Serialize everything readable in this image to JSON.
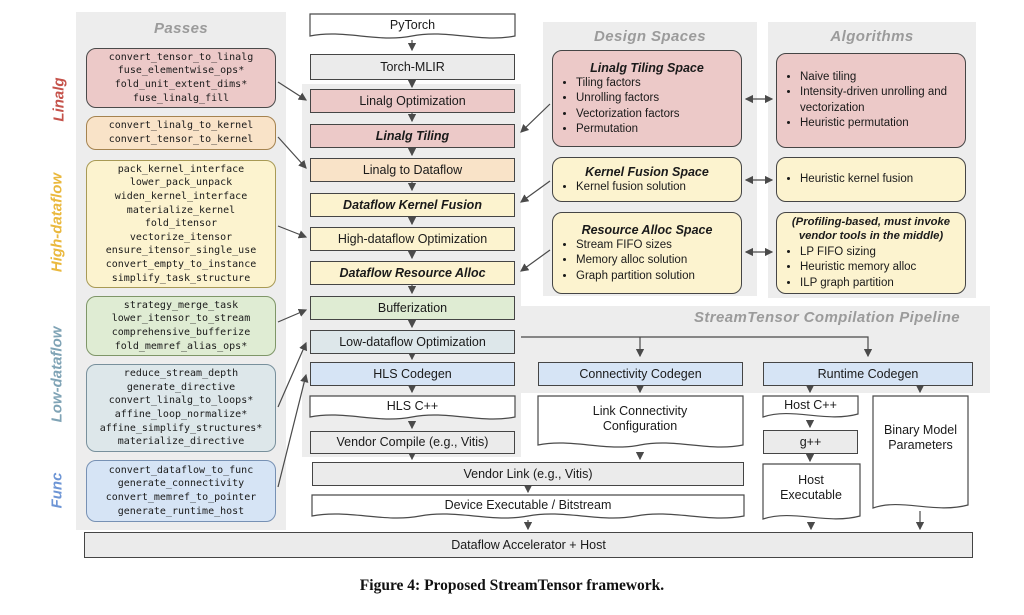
{
  "caption": "Figure 4: Proposed StreamTensor framework.",
  "panels": {
    "passes": {
      "title": "Passes"
    },
    "design_spaces": {
      "title": "Design Spaces"
    },
    "algorithms": {
      "title": "Algorithms"
    },
    "pipeline": {
      "title": "StreamTensor Compilation Pipeline"
    }
  },
  "side_labels": {
    "linalg": "Linalg",
    "high_dataflow": "High-dataflow",
    "low_dataflow": "Low-dataflow",
    "func": "Func"
  },
  "pass_boxes": {
    "linalg_a": "convert_tensor_to_linalg\nfuse_elementwise_ops*\nfold_unit_extent_dims*\nfuse_linalg_fill",
    "linalg_b": "convert_linalg_to_kernel\nconvert_tensor_to_kernel",
    "high_dataflow": "pack_kernel_interface\nlower_pack_unpack\nwiden_kernel_interface\nmaterialize_kernel\nfold_itensor\nvectorize_itensor\nensure_itensor_single_use\nconvert_empty_to_instance\nsimplify_task_structure",
    "bufferize": "strategy_merge_task\nlower_itensor_to_stream\ncomprehensive_bufferize\nfold_memref_alias_ops*",
    "low_dataflow": "reduce_stream_depth\ngenerate_directive\nconvert_linalg_to_loops*\naffine_loop_normalize*\naffine_simplify_structures*\nmaterialize_directive",
    "func": "convert_dataflow_to_func\ngenerate_connectivity\nconvert_memref_to_pointer\ngenerate_runtime_host"
  },
  "nodes": {
    "pytorch": "PyTorch",
    "torch_mlir": "Torch-MLIR",
    "linalg_opt": "Linalg Optimization",
    "linalg_tiling": "Linalg Tiling",
    "linalg_to_dataflow": "Linalg to Dataflow",
    "dataflow_kernel_fusion": "Dataflow Kernel Fusion",
    "high_dataflow_opt": "High-dataflow Optimization",
    "dataflow_resource_alloc": "Dataflow Resource Alloc",
    "bufferization": "Bufferization",
    "low_dataflow_opt": "Low-dataflow Optimization",
    "hls_codegen": "HLS Codegen",
    "hls_cpp": "HLS C++",
    "vendor_compile": "Vendor Compile (e.g., Vitis)",
    "vendor_link": "Vendor Link (e.g., Vitis)",
    "device_exec": "Device Executable / Bitstream",
    "accelerator": "Dataflow Accelerator + Host",
    "connectivity_codegen": "Connectivity Codegen",
    "link_conn": "Link Connectivity Configuration",
    "runtime_codegen": "Runtime Codegen",
    "host_cpp": "Host C++",
    "gpp": "g++",
    "host_exec": "Host Executable",
    "binary_model": "Binary Model Parameters"
  },
  "design_spaces": {
    "tiling": {
      "title": "Linalg Tiling Space",
      "items": [
        "Tiling factors",
        "Unrolling factors",
        "Vectorization factors",
        "Permutation"
      ]
    },
    "fusion": {
      "title": "Kernel Fusion Space",
      "items": [
        "Kernel fusion solution"
      ]
    },
    "alloc": {
      "title": "Resource Alloc Space",
      "items": [
        "Stream FIFO sizes",
        "Memory alloc solution",
        "Graph partition solution"
      ]
    }
  },
  "algorithms": {
    "tiling": {
      "items": [
        "Naive tiling",
        "Intensity-driven unrolling and vectorization",
        "Heuristic permutation"
      ]
    },
    "fusion": {
      "items": [
        "Heuristic kernel fusion"
      ]
    },
    "alloc": {
      "title": "(Profiling-based, must invoke vendor tools in the middle)",
      "items": [
        "LP FIFO sizing",
        "Heuristic memory alloc",
        "ILP graph partition"
      ]
    }
  },
  "colors": {
    "linalg_label": "#c5524a",
    "high_dataflow_label": "#eab83d",
    "low_dataflow_label": "#7fa3b5",
    "func_label": "#6d95d5",
    "pink": "#ecc9c8",
    "peach": "#f9e3c8",
    "yellow": "#fcf3cf",
    "green": "#dfecd3",
    "blue_grey": "#dde7ea",
    "blue": "#d6e4f5",
    "grey": "#ebebeb",
    "panel": "#ededed",
    "line": "#4a4a4a"
  }
}
